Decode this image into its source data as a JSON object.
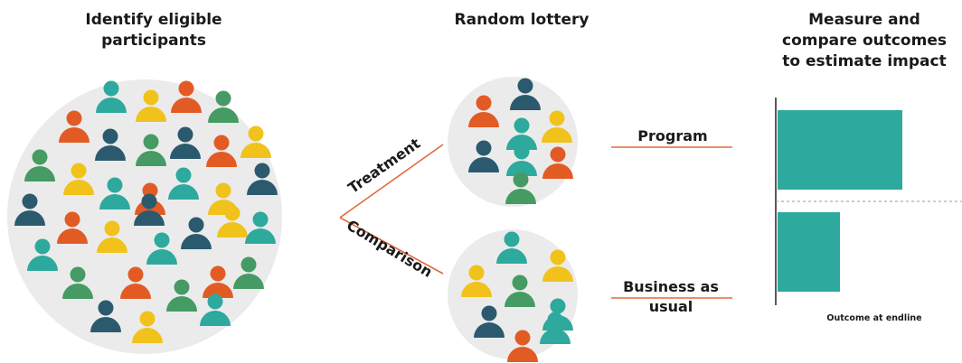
{
  "steps": [
    {
      "title_line1": "Identify eligible",
      "title_line2": "participants"
    },
    {
      "title_line1": "Random lottery"
    },
    {
      "title_line1": "Measure and",
      "title_line2": "compare outcomes",
      "title_line3": "to estimate impact"
    }
  ],
  "branches": {
    "treatment": "Treatment",
    "comparison": "Comparison"
  },
  "arms": {
    "program": "Program",
    "business_line1": "Business as",
    "business_line2": "usual"
  },
  "chart_data": {
    "type": "bar",
    "orientation": "horizontal",
    "categories": [
      "Program",
      "Business as usual"
    ],
    "values": [
      1.0,
      0.5
    ],
    "xlabel": "Outcome at endline",
    "ylabel": "",
    "grid": false,
    "reference_line": "dashed between bars",
    "bar_color": "#2ea99d"
  },
  "colors": {
    "teal": "#2ea99d",
    "orange": "#e35b24",
    "yellow": "#f1c21b",
    "green": "#459b63",
    "navy": "#2b5a6e",
    "circle": "#ebebeb",
    "line": "#e06a3c"
  },
  "icons": {
    "person": "person-icon"
  }
}
